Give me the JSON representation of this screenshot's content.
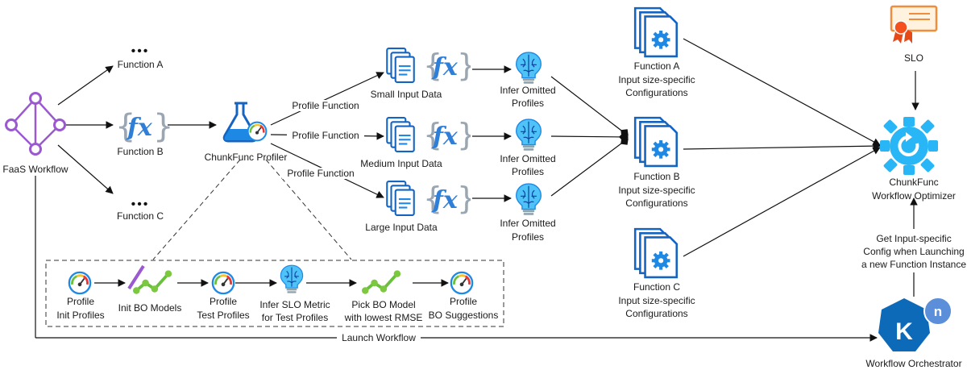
{
  "workflow": {
    "label": "FaaS Workflow"
  },
  "functions": {
    "a_label": "Function A",
    "b_label": "Function B",
    "c_label": "Function C",
    "fx_symbol": "fx",
    "dots": "•••"
  },
  "profiler": {
    "label": "ChunkFunc Profiler"
  },
  "edges": {
    "profile_function": "Profile Function",
    "launch_workflow": "Launch Workflow",
    "get_config": [
      "Get Input-specific",
      "Config when Launching",
      "a new Function Instance"
    ]
  },
  "inputs": [
    {
      "label": "Small Input Data",
      "infer": [
        "Infer Omitted",
        "Profiles"
      ]
    },
    {
      "label": "Medium Input Data",
      "infer": [
        "Infer Omitted",
        "Profiles"
      ]
    },
    {
      "label": "Large Input Data",
      "infer": [
        "Infer Omitted",
        "Profiles"
      ]
    }
  ],
  "configs": [
    {
      "lines": [
        "Function A",
        "Input size-specific",
        "Configurations"
      ]
    },
    {
      "lines": [
        "Function B",
        "Input size-specific",
        "Configurations"
      ]
    },
    {
      "lines": [
        "Function C",
        "Input size-specific",
        "Configurations"
      ]
    }
  ],
  "slo": {
    "label": "SLO"
  },
  "optimizer": {
    "lines": [
      "ChunkFunc",
      "Workflow Optimizer"
    ]
  },
  "orchestrator": {
    "label": "Workflow Orchestrator",
    "k_letter": "K",
    "n_letter": "n"
  },
  "pipeline": [
    {
      "lines": [
        "Profile",
        "Init Profiles"
      ]
    },
    {
      "lines": [
        "Init BO Models"
      ]
    },
    {
      "lines": [
        "Profile",
        "Test Profiles"
      ]
    },
    {
      "lines": [
        "Infer SLO Metric",
        "for Test Profiles"
      ]
    },
    {
      "lines": [
        "Pick BO Model",
        "with lowest RMSE"
      ]
    },
    {
      "lines": [
        "Profile",
        "BO Suggestions"
      ]
    }
  ],
  "colors": {
    "accent": "#1e88e5",
    "purple": "#9b59d0",
    "gauge": "#f39c12",
    "green": "#6abf3c",
    "cyan": "#29b6f6",
    "knative": "#0d6ab8"
  }
}
